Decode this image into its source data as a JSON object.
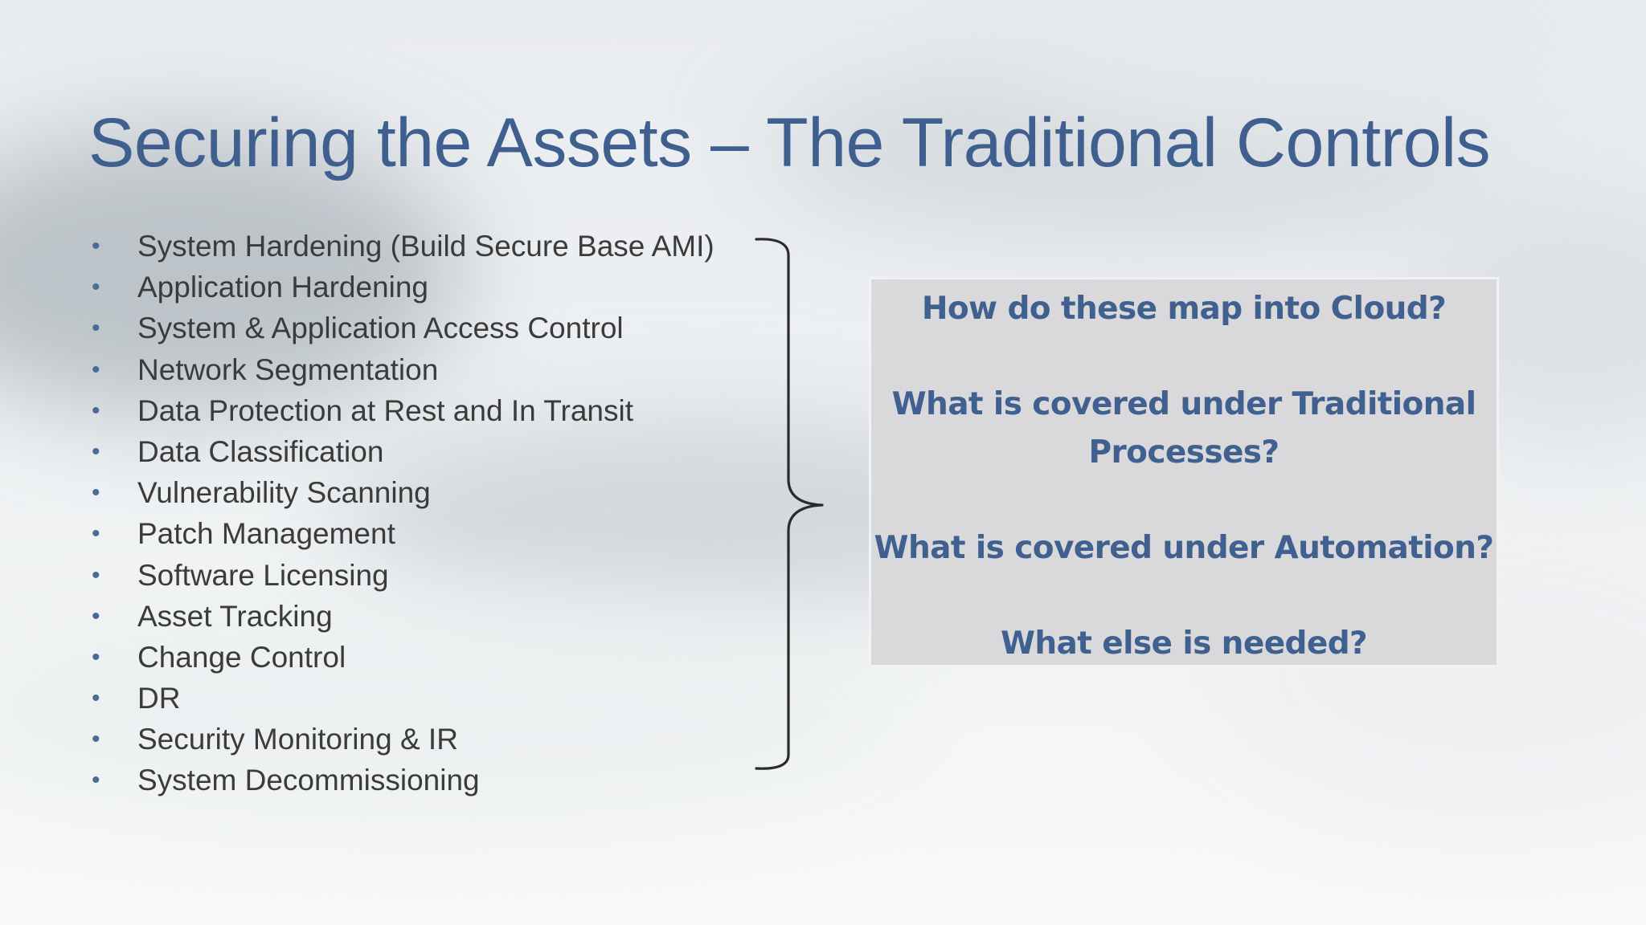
{
  "slide": {
    "title": "Securing the Assets – The Traditional Controls",
    "bullet_symbol": "•",
    "bullets": [
      "System Hardening (Build Secure Base AMI)",
      "Application Hardening",
      "System & Application Access Control",
      "Network Segmentation",
      "Data Protection at Rest and In Transit",
      "Data Classification",
      "Vulnerability Scanning",
      "Patch Management",
      "Software Licensing",
      "Asset Tracking",
      "Change Control",
      "DR",
      "Security Monitoring & IR",
      "System Decommissioning"
    ],
    "questions": [
      "How do these map into Cloud?",
      "What is covered under Traditional Processes?",
      "What is covered under Automation?",
      "What else is needed?"
    ]
  },
  "colors": {
    "title": "#3f5f8f",
    "bullet_text": "#3b3b3b",
    "bullet_dot": "#4c6a98",
    "question_text": "#40608f",
    "question_box": "#d9d9db",
    "brace": "#2b2b2b"
  },
  "icons": {
    "brace": "right-curly-brace"
  }
}
